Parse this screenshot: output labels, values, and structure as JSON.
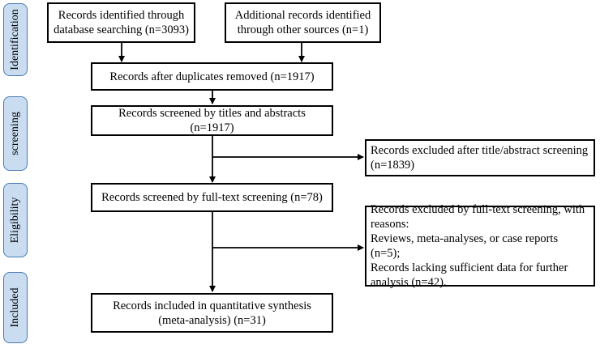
{
  "stages": {
    "identification": "Identification",
    "screening": "screening",
    "eligibility": "Eligibility",
    "included": "Included"
  },
  "boxes": {
    "database_search": "Records identified through\ndatabase searching (n=3093)",
    "other_sources": "Additional records identified\nthrough other sources (n=1)",
    "duplicates_removed": "Records after duplicates removed (n=1917)",
    "screened_titles": "Records screened by titles and abstracts (n=1917)",
    "excluded_title": "Records excluded after title/abstract screening\n(n=1839)",
    "fulltext_screened": "Records screened by full-text screening (n=78)",
    "excluded_fulltext": "Records excluded by full-text screening, with\nreasons:\nReviews, meta-analyses, or case reports (n=5);\nRecords lacking sufficient data for further\nanalysis (n=42).",
    "included": "Records included in quantitative synthesis\n(meta-analysis) (n=31)"
  }
}
